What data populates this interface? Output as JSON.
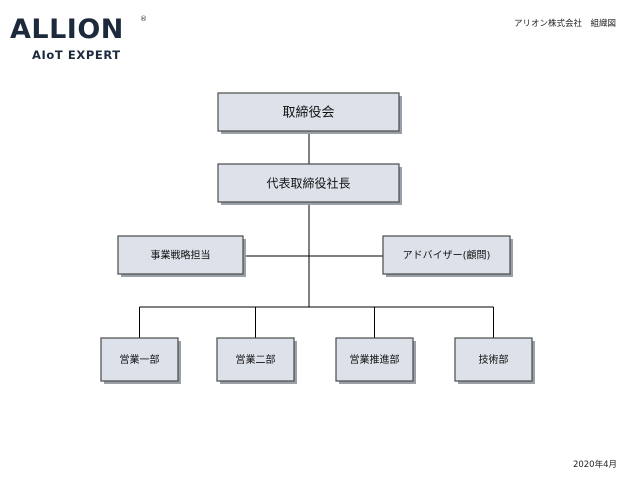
{
  "logo": {
    "name": "ALLION",
    "tagline": "AIoT EXPERT",
    "registered_mark": "®"
  },
  "header": {
    "company_doc": "アリオン株式会社　組織図"
  },
  "footer": {
    "date": "2020年4月"
  },
  "colors": {
    "box_fill": "#dde1ea",
    "box_stroke": "#4a4a4a",
    "shadow": "#9aa0a8",
    "line": "#000000"
  },
  "chart_data": {
    "type": "org-chart",
    "nodes": [
      {
        "id": "board",
        "label": "取締役会",
        "parent": null,
        "role": "top"
      },
      {
        "id": "president",
        "label": "代表取締役社長",
        "parent": "board",
        "role": "executive"
      },
      {
        "id": "strategy",
        "label": "事業戦略担当",
        "parent": "president",
        "role": "staff-left"
      },
      {
        "id": "advisor",
        "label": "アドバイザー(顧問)",
        "parent": "president",
        "role": "staff-right"
      },
      {
        "id": "sales1",
        "label": "営業一部",
        "parent": "president",
        "role": "department"
      },
      {
        "id": "sales2",
        "label": "営業二部",
        "parent": "president",
        "role": "department"
      },
      {
        "id": "salespromo",
        "label": "営業推進部",
        "parent": "president",
        "role": "department"
      },
      {
        "id": "tech",
        "label": "技術部",
        "parent": "president",
        "role": "department"
      }
    ]
  }
}
